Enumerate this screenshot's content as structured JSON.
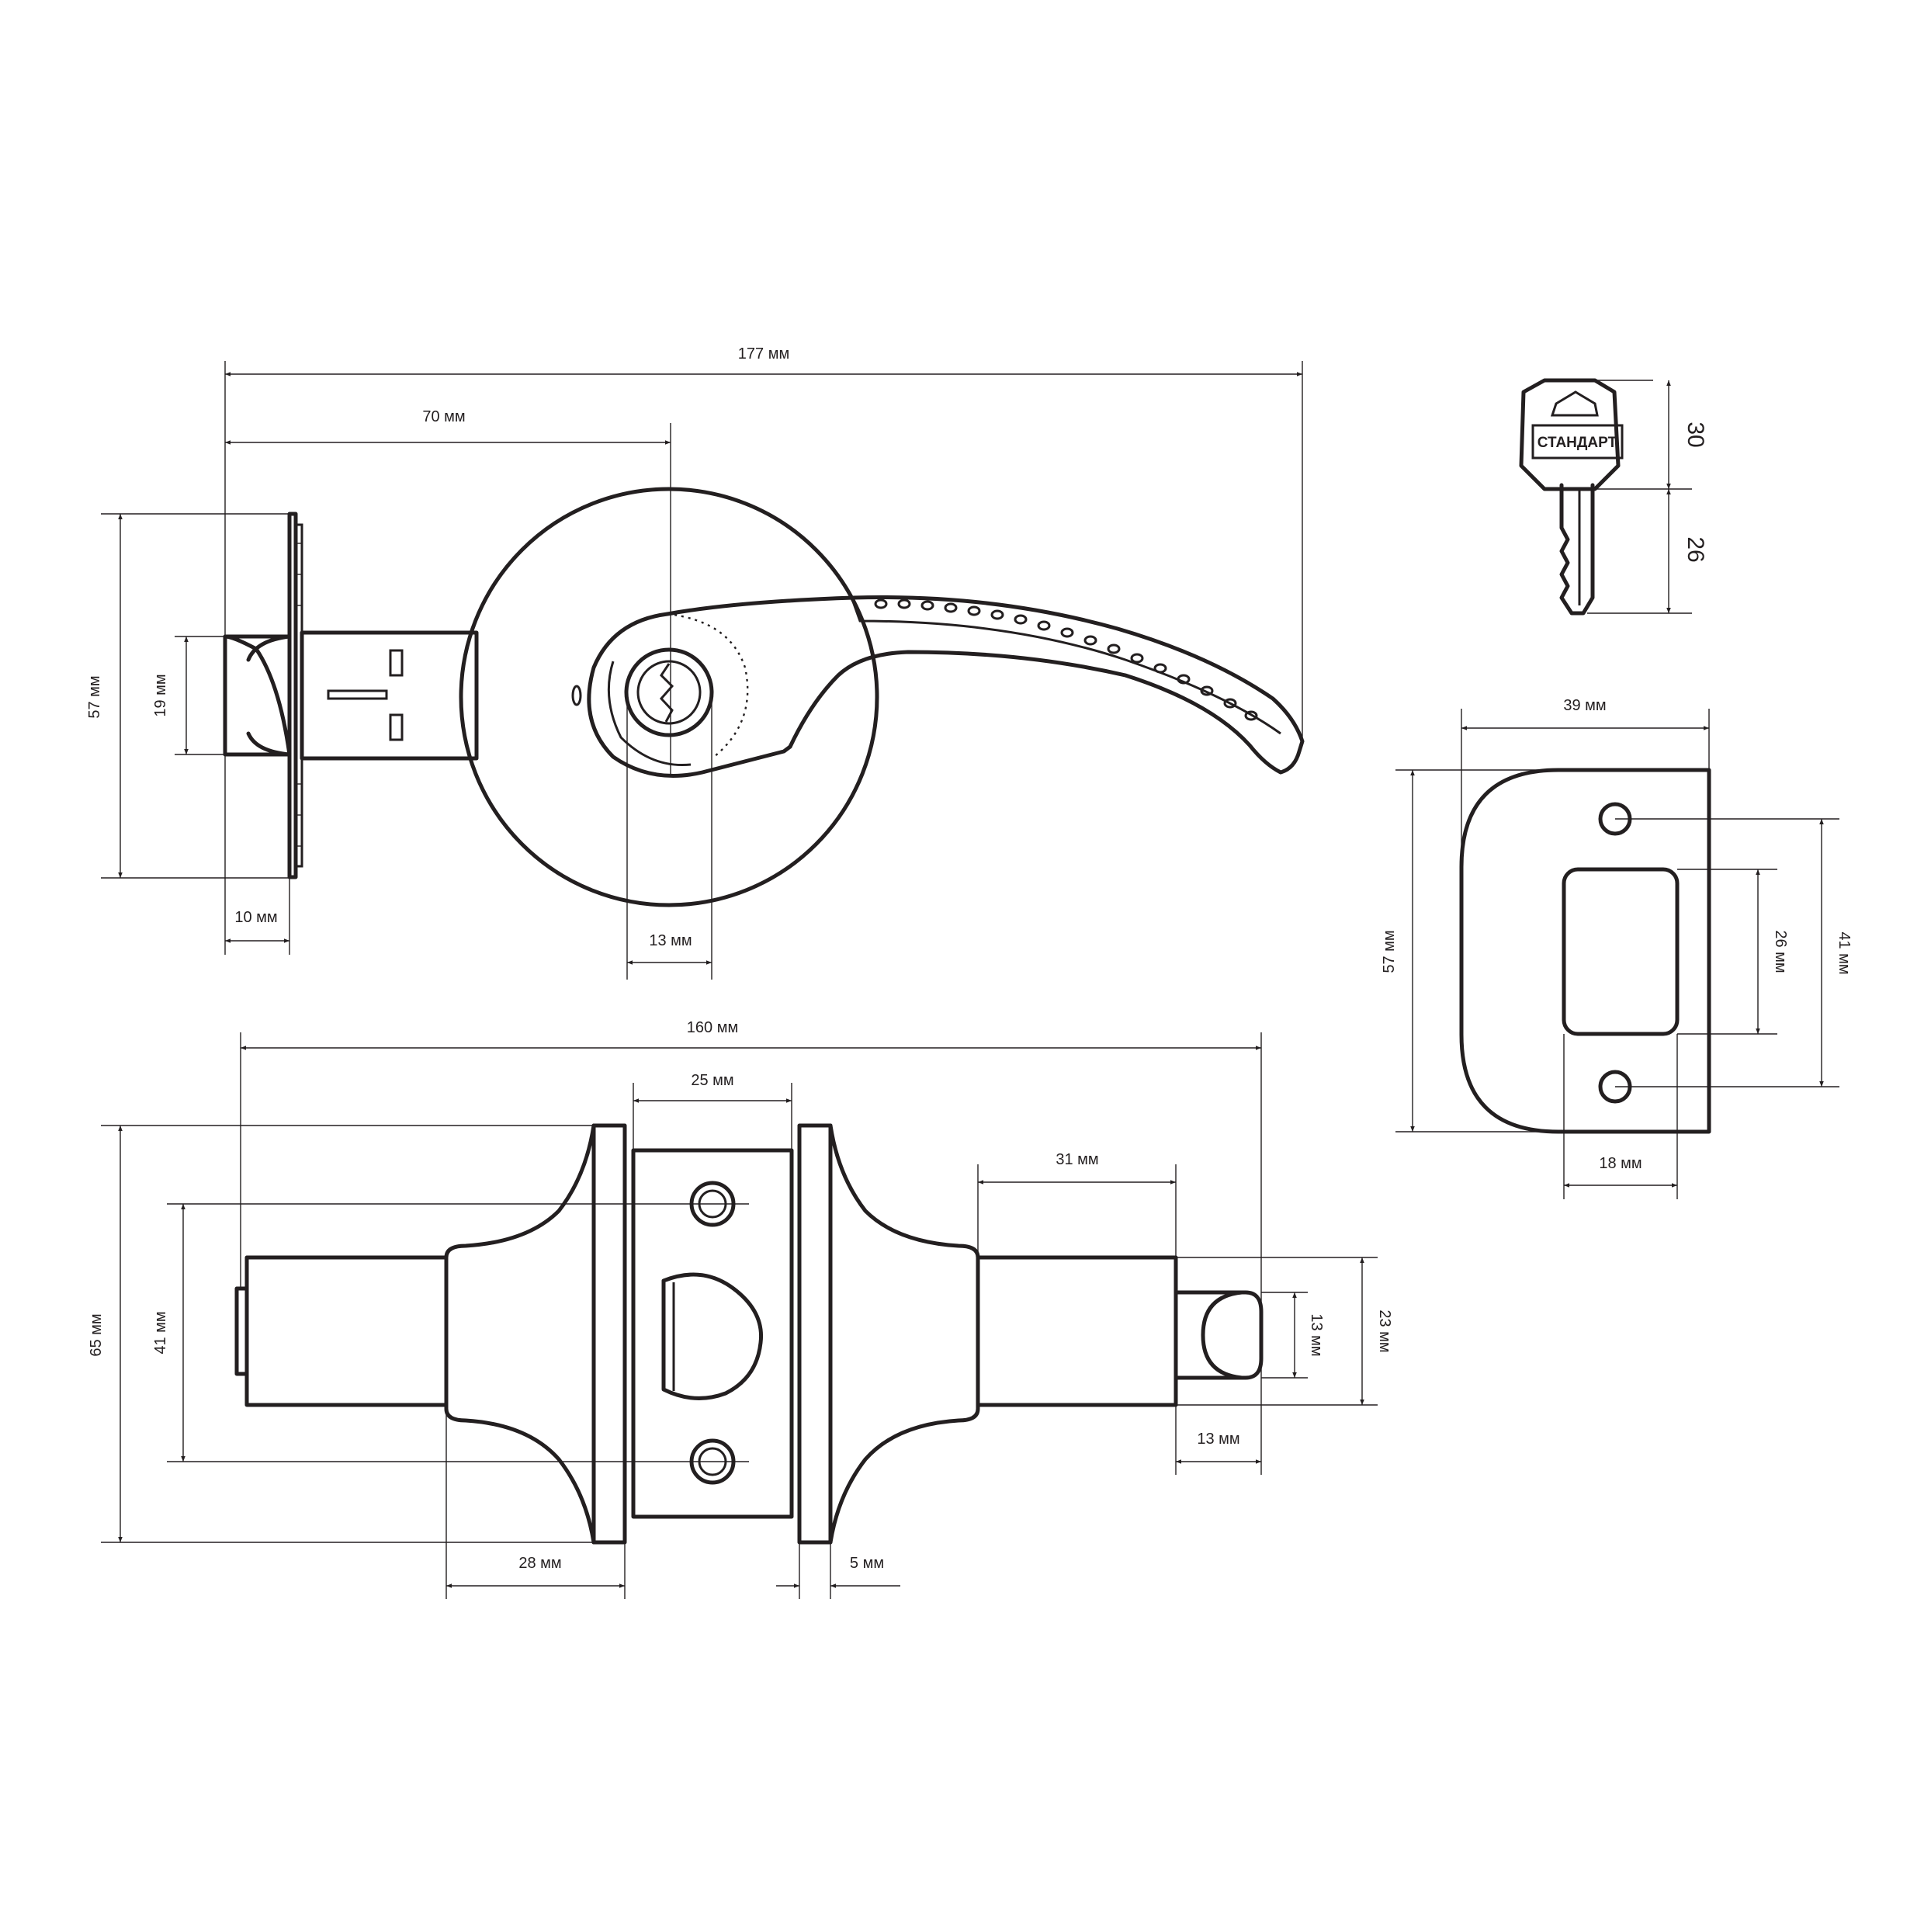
{
  "diagram": {
    "brand_on_key": "СТАНДАРТ",
    "top_view": {
      "dim_total_length": "177 мм",
      "dim_backset": "70 мм",
      "dim_rosette_height": "57 мм",
      "dim_latch_height": "19 мм",
      "dim_faceplate_offset": "10 мм",
      "dim_cylinder_width": "13 мм"
    },
    "bottom_view": {
      "dim_total_length": "160 мм",
      "dim_plate_width": "25 мм",
      "dim_outer_height": "65 мм",
      "dim_hole_spacing": "41 мм",
      "dim_spindle_length": "31 мм",
      "dim_bolt_height": "13 мм",
      "dim_body_height": "23 мм",
      "dim_bolt_length": "13 мм",
      "dim_rosette_depth": "28 мм",
      "dim_plate_thickness": "5 мм"
    },
    "strike_plate": {
      "dim_width": "39 мм",
      "dim_height": "57 мм",
      "dim_hole_spacing": "41 мм",
      "dim_opening_height": "26 мм",
      "dim_opening_width": "18 мм"
    },
    "key": {
      "dim_head": "30",
      "dim_blade": "26"
    }
  }
}
